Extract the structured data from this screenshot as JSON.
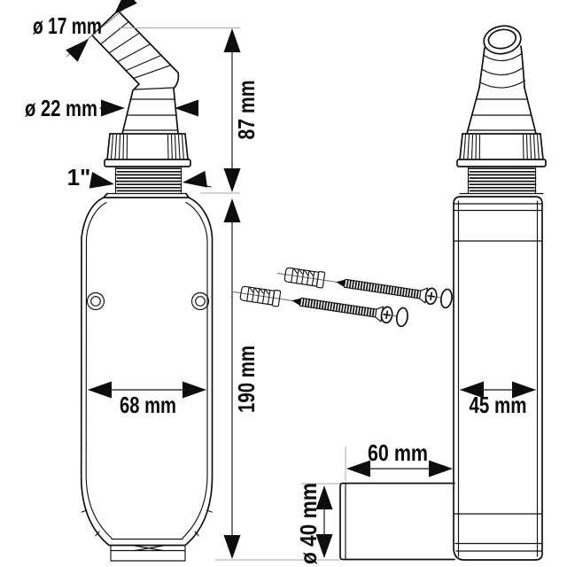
{
  "drawing": {
    "background": "#ffffff",
    "line_color": "#111111",
    "extension_line_color": "#a9a9a9",
    "front_view": {
      "dimensions": {
        "hose_end_diameter": "ø 17 mm",
        "hose_diameter": "ø 22 mm",
        "thread_size": "1\"",
        "neck_height": "87 mm",
        "body_width": "68 mm",
        "body_height": "190 mm"
      }
    },
    "side_view": {
      "dimensions": {
        "body_depth": "45 mm",
        "spout_length": "60 mm",
        "spout_diameter": "ø 40 mm"
      }
    }
  }
}
